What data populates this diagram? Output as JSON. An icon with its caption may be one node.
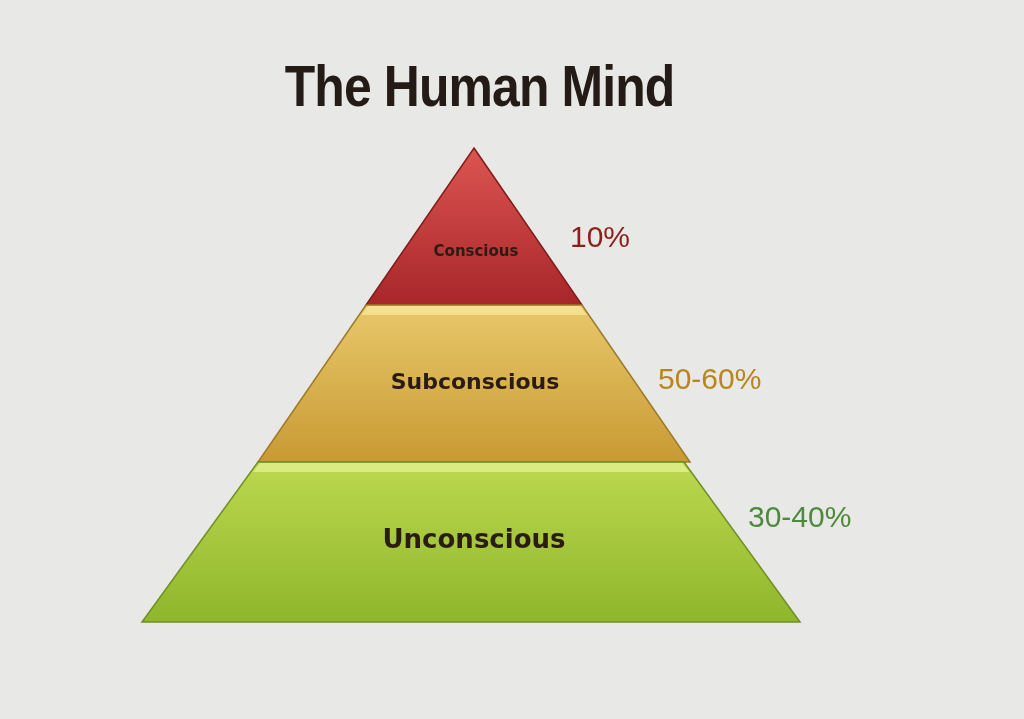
{
  "diagram": {
    "title": "The Human Mind",
    "nodes": [
      {
        "text": [
          "Conscious"
        ],
        "beside": [
          "10%"
        ]
      },
      {
        "text": [
          "Subconscious"
        ],
        "beside": [
          "50-60%"
        ]
      },
      {
        "text": [
          "Unconscious"
        ],
        "beside": [
          "30-40%"
        ]
      }
    ]
  }
}
